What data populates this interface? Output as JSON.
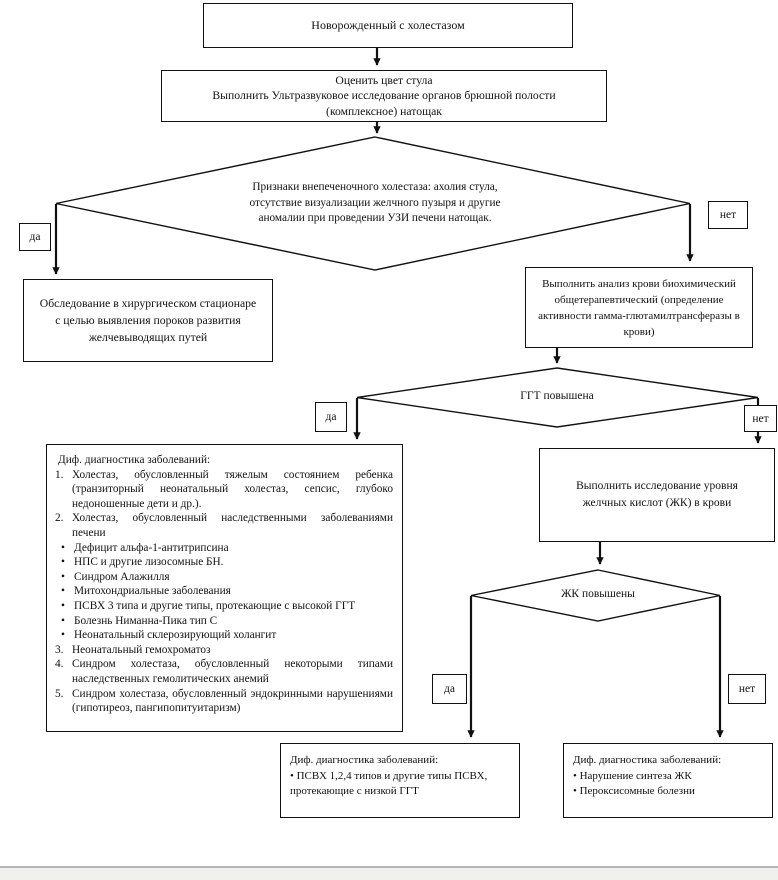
{
  "labels": {
    "yes": "да",
    "no": "нет"
  },
  "nodes": {
    "start": {
      "text": "Новорожденный с холестазом"
    },
    "assess": {
      "lines": [
        "Оценить цвет стула",
        "Выполнить Ультразвуковое исследование органов брюшной полости",
        "(комплексное) натощак"
      ]
    },
    "decision_extrahepatic": {
      "lines": [
        "Признаки внепеченочного холестаза: ахолия стула,",
        "отсутствие визуализации желчного пузыря и другие",
        "аномалии при проведении УЗИ печени натощак."
      ]
    },
    "surgery": {
      "lines": [
        "Обследование в хирургическом стационаре",
        "с целью выявления пороков развития",
        "желчевыводящих путей"
      ]
    },
    "blood_test": {
      "lines": [
        "Выполнить анализ крови биохимический",
        "общетерапевтический (определение",
        "активности гамма-глютамилтрансферазы в",
        "крови)"
      ]
    },
    "decision_ggt": {
      "text": "ГГТ повышена"
    },
    "diff_high_ggt": {
      "title": "Диф. диагностика заболеваний:",
      "items": [
        {
          "m": "1.",
          "t": "Холестаз, обусловленный тяжелым состоянием ребенка (транзиторный неонатальный холестаз, сепсис, глубоко недоношенные дети и др.)."
        },
        {
          "m": "2.",
          "t": "Холестаз, обусловленный наследственными заболеваниями печени"
        },
        {
          "m": "•",
          "t": "Дефицит альфа-1-антитрипсина"
        },
        {
          "m": "•",
          "t": "НПС и другие лизосомные БН."
        },
        {
          "m": "•",
          "t": "Синдром Алажилля"
        },
        {
          "m": "•",
          "t": "Митохондриальные заболевания"
        },
        {
          "m": "•",
          "t": "ПСВХ 3 типа и другие типы, протекающие с высокой ГГТ"
        },
        {
          "m": "•",
          "t": "Болезнь Ниманна-Пика тип С"
        },
        {
          "m": "•",
          "t": "Неонатальный склерозирующий холангит"
        },
        {
          "m": "3.",
          "t": "Неонатальный гемохроматоз"
        },
        {
          "m": "4.",
          "t": "Синдром холестаза, обусловленный некоторыми типами наследственных гемолитических анемий"
        },
        {
          "m": "5.",
          "t": "Синдром холестаза, обусловленный эндокринными нарушениями (гипотиреоз, пангипопитуитаризм)"
        }
      ]
    },
    "bile_acids": {
      "lines": [
        "Выполнить исследование уровня",
        "желчных кислот (ЖК) в крови"
      ]
    },
    "decision_bile_acids": {
      "text": "ЖК повышены"
    },
    "diff_low_ggt": {
      "title": "Диф. диагностика заболеваний:",
      "items": [
        {
          "m": "•",
          "t": "ПСВХ 1,2,4 типов и другие типы ПСВХ, протекающие с низкой ГГТ"
        }
      ]
    },
    "diff_bile_synthesis": {
      "title": "Диф. диагностика заболеваний:",
      "items": [
        {
          "m": "•",
          "t": "Нарушение синтеза ЖК"
        },
        {
          "m": "•",
          "t": "Пероксисомные болезни"
        }
      ]
    }
  },
  "colors": {
    "line": "#111111",
    "box_background": "#ffffff",
    "footer_background": "#f0f0ef",
    "footer_border": "#b5b5b5"
  }
}
